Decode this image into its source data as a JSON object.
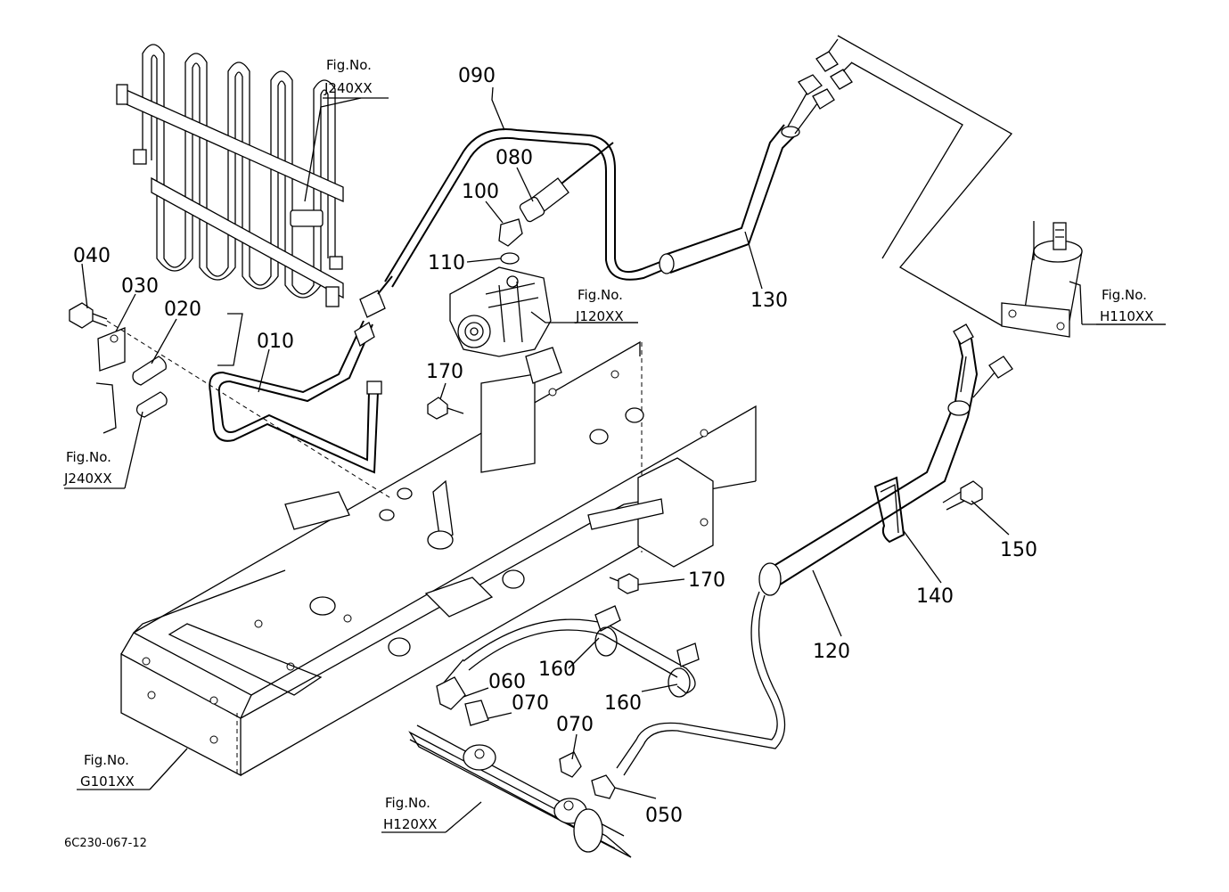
{
  "diagram": {
    "drawing_number": "6C230-067-12",
    "part_callouts": [
      {
        "id": "p010",
        "label": "010"
      },
      {
        "id": "p020",
        "label": "020"
      },
      {
        "id": "p030",
        "label": "030"
      },
      {
        "id": "p040",
        "label": "040"
      },
      {
        "id": "p050",
        "label": "050"
      },
      {
        "id": "p060",
        "label": "060"
      },
      {
        "id": "p070a",
        "label": "070"
      },
      {
        "id": "p070b",
        "label": "070"
      },
      {
        "id": "p080",
        "label": "080"
      },
      {
        "id": "p090",
        "label": "090"
      },
      {
        "id": "p100",
        "label": "100"
      },
      {
        "id": "p110",
        "label": "110"
      },
      {
        "id": "p120",
        "label": "120"
      },
      {
        "id": "p130",
        "label": "130"
      },
      {
        "id": "p140",
        "label": "140"
      },
      {
        "id": "p150",
        "label": "150"
      },
      {
        "id": "p160a",
        "label": "160"
      },
      {
        "id": "p160b",
        "label": "160"
      },
      {
        "id": "p170a",
        "label": "170"
      },
      {
        "id": "p170b",
        "label": "170"
      }
    ],
    "figure_refs": [
      {
        "id": "j240_top",
        "prefix": "Fig.No.",
        "code": "J240XX"
      },
      {
        "id": "j240_left",
        "prefix": "Fig.No.",
        "code": "J240XX"
      },
      {
        "id": "j120",
        "prefix": "Fig.No.",
        "code": "J120XX"
      },
      {
        "id": "h110",
        "prefix": "Fig.No.",
        "code": "H110XX"
      },
      {
        "id": "g101",
        "prefix": "Fig.No.",
        "code": "G101XX"
      },
      {
        "id": "h120",
        "prefix": "Fig.No.",
        "code": "H120XX"
      }
    ]
  }
}
